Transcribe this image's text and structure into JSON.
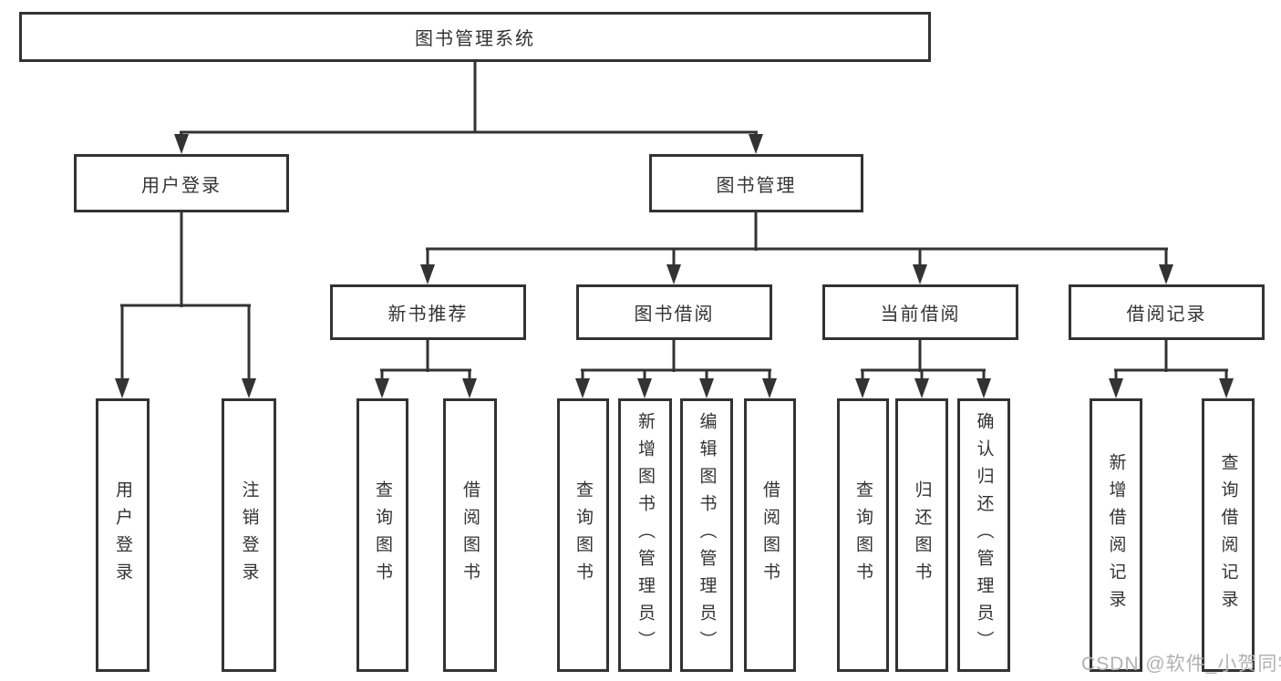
{
  "tree": {
    "root": "图书管理系统",
    "user_login": {
      "label": "用户登录",
      "children": [
        "用户登录",
        "注销登录"
      ]
    },
    "book_mgmt": {
      "label": "图书管理",
      "modules": {
        "new_book": {
          "label": "新书推荐",
          "children": [
            "查询图书",
            "借阅图书"
          ]
        },
        "borrow": {
          "label": "图书借阅",
          "children": [
            "查询图书",
            "新增图书（管理员）",
            "编辑图书（管理员）",
            "借阅图书"
          ]
        },
        "current": {
          "label": "当前借阅",
          "children": [
            "查询图书",
            "归还图书",
            "确认归还（管理员）"
          ]
        },
        "records": {
          "label": "借阅记录",
          "children": [
            "新增借阅记录",
            "查询借阅记录"
          ]
        }
      }
    }
  },
  "watermark": "CSDN @软件_小贺同学",
  "colors": {
    "line": "#333333",
    "text": "#333333",
    "watermark": "#b2b2b2"
  }
}
